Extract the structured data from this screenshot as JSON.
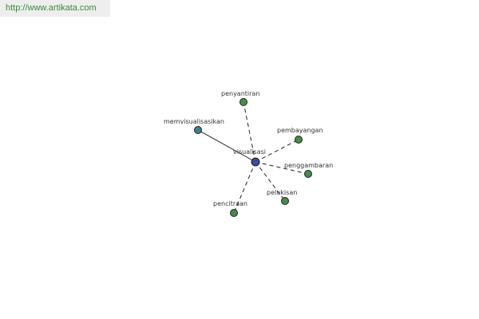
{
  "source_url": "http://www.artikata.com",
  "colors": {
    "center_node": "#3c4a9a",
    "synonym_node": "#4a8a4a",
    "related_node": "#3f7f86",
    "banner_text": "#3a8a3a"
  },
  "graph": {
    "center": {
      "id": "visualisasi",
      "label": "visualisasi"
    },
    "nodes": [
      {
        "id": "penyantiran",
        "label": "penyantiran",
        "kind": "synonym",
        "edge": "dashed"
      },
      {
        "id": "memvisualisasikan",
        "label": "memvisualisasikan",
        "kind": "related",
        "edge": "solid"
      },
      {
        "id": "pembayangan",
        "label": "pembayangan",
        "kind": "synonym",
        "edge": "dashed"
      },
      {
        "id": "penggambaran",
        "label": "penggambaran",
        "kind": "synonym",
        "edge": "dashed"
      },
      {
        "id": "pelukisan",
        "label": "pelukisan",
        "kind": "synonym",
        "edge": "dashed"
      },
      {
        "id": "pencitraan",
        "label": "pencitraan",
        "kind": "synonym",
        "edge": "dashed"
      }
    ]
  }
}
